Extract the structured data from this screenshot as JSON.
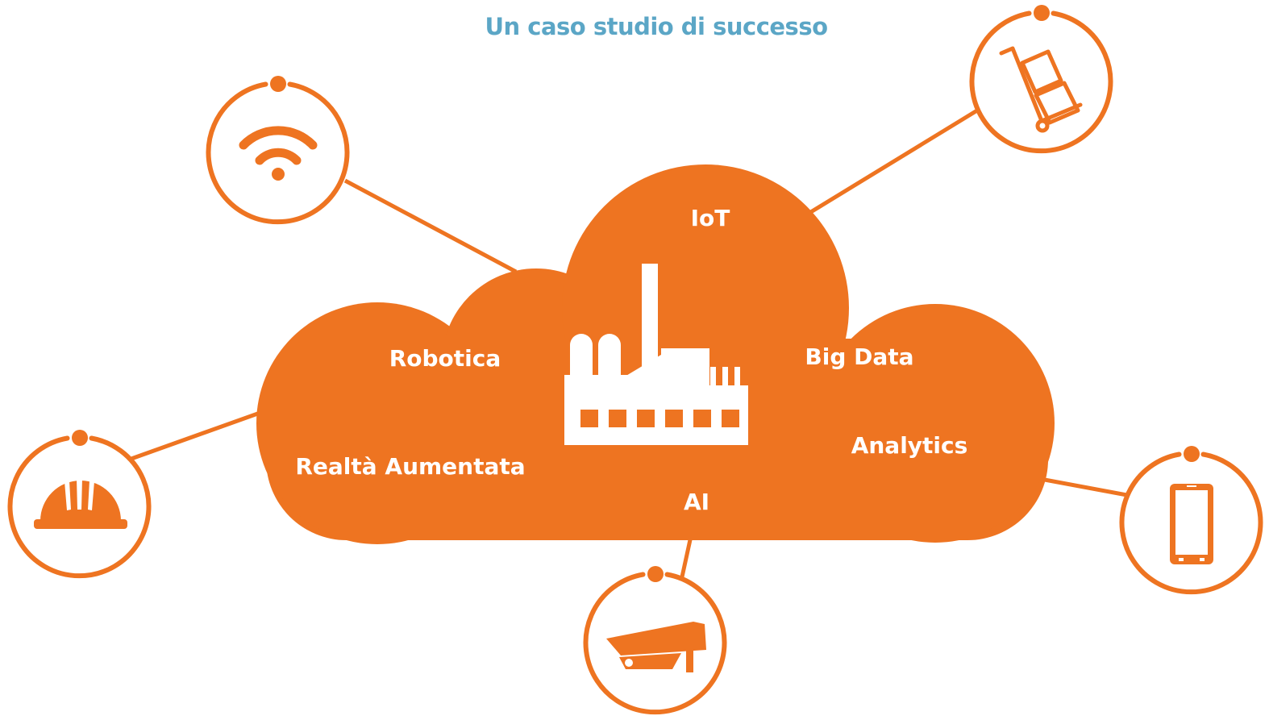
{
  "header": {
    "subtitle": "Un caso studio di successo"
  },
  "cloud": {
    "labels": {
      "iot": "IoT",
      "robotica": "Robotica",
      "big_data": "Big Data",
      "realta_aumentata": "Realtà Aumentata",
      "analytics": "Analytics",
      "ai": "AI"
    },
    "center_icon": "factory-icon"
  },
  "satellites": [
    {
      "icon": "wifi-icon"
    },
    {
      "icon": "hand-truck-icon"
    },
    {
      "icon": "hard-hat-icon"
    },
    {
      "icon": "security-camera-icon"
    },
    {
      "icon": "smartphone-icon"
    }
  ],
  "colors": {
    "accent": "#ee7421",
    "subtitle": "#5ba6c6",
    "background": "#ffffff"
  }
}
